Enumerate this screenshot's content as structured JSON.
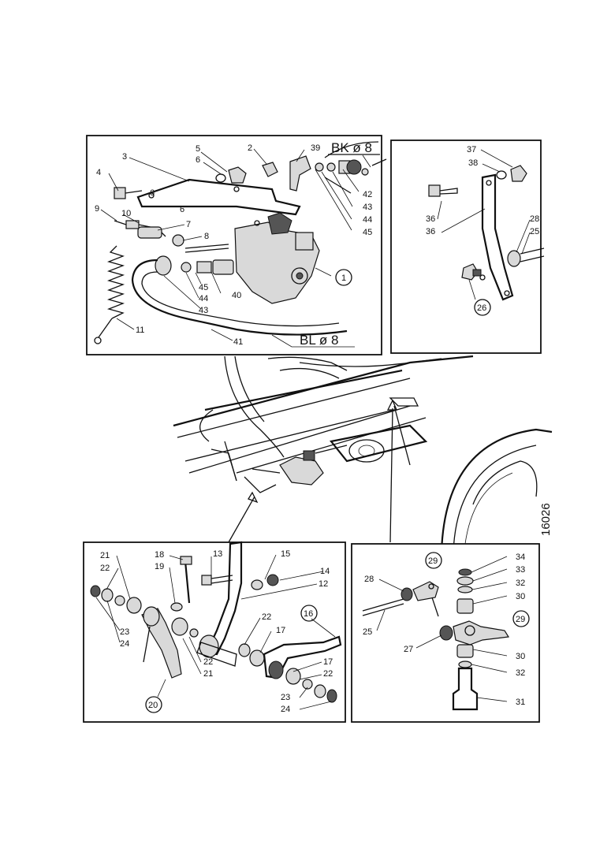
{
  "figure_ref": "16026",
  "top_left_panel": {
    "labels": {
      "n1": "1",
      "n2": "2",
      "n3": "3",
      "n4": "4",
      "n5": "5",
      "n6a": "6",
      "n6b": "6",
      "n6c": "6",
      "n7": "7",
      "n8": "8",
      "n9": "9",
      "n10": "10",
      "n11": "11",
      "n39": "39",
      "n40": "40",
      "n41": "41",
      "n42": "42",
      "n43a": "43",
      "n43b": "43",
      "n44a": "44",
      "n44b": "44",
      "n45a": "45",
      "n45b": "45"
    },
    "pipe_bk": "BK ø 8",
    "pipe_bl": "BL ø 8"
  },
  "top_right_panel": {
    "labels": {
      "n25": "25",
      "n26": "26",
      "n28": "28",
      "n36a": "36",
      "n36b": "36",
      "n37": "37",
      "n38": "38"
    }
  },
  "bottom_left_panel": {
    "labels": {
      "n12": "12",
      "n13": "13",
      "n14": "14",
      "n15": "15",
      "n16": "16",
      "n17a": "17",
      "n17b": "17",
      "n18": "18",
      "n19": "19",
      "n20": "20",
      "n21a": "21",
      "n21b": "21",
      "n22a": "22",
      "n22b": "22",
      "n22c": "22",
      "n22d": "22",
      "n23a": "23",
      "n23b": "23",
      "n24a": "24",
      "n24b": "24"
    }
  },
  "bottom_right_panel": {
    "labels": {
      "n25": "25",
      "n27": "27",
      "n28": "28",
      "n29a": "29",
      "n29b": "29",
      "n30a": "30",
      "n30b": "30",
      "n31": "31",
      "n32a": "32",
      "n32b": "32",
      "n33": "33",
      "n34": "34"
    }
  }
}
